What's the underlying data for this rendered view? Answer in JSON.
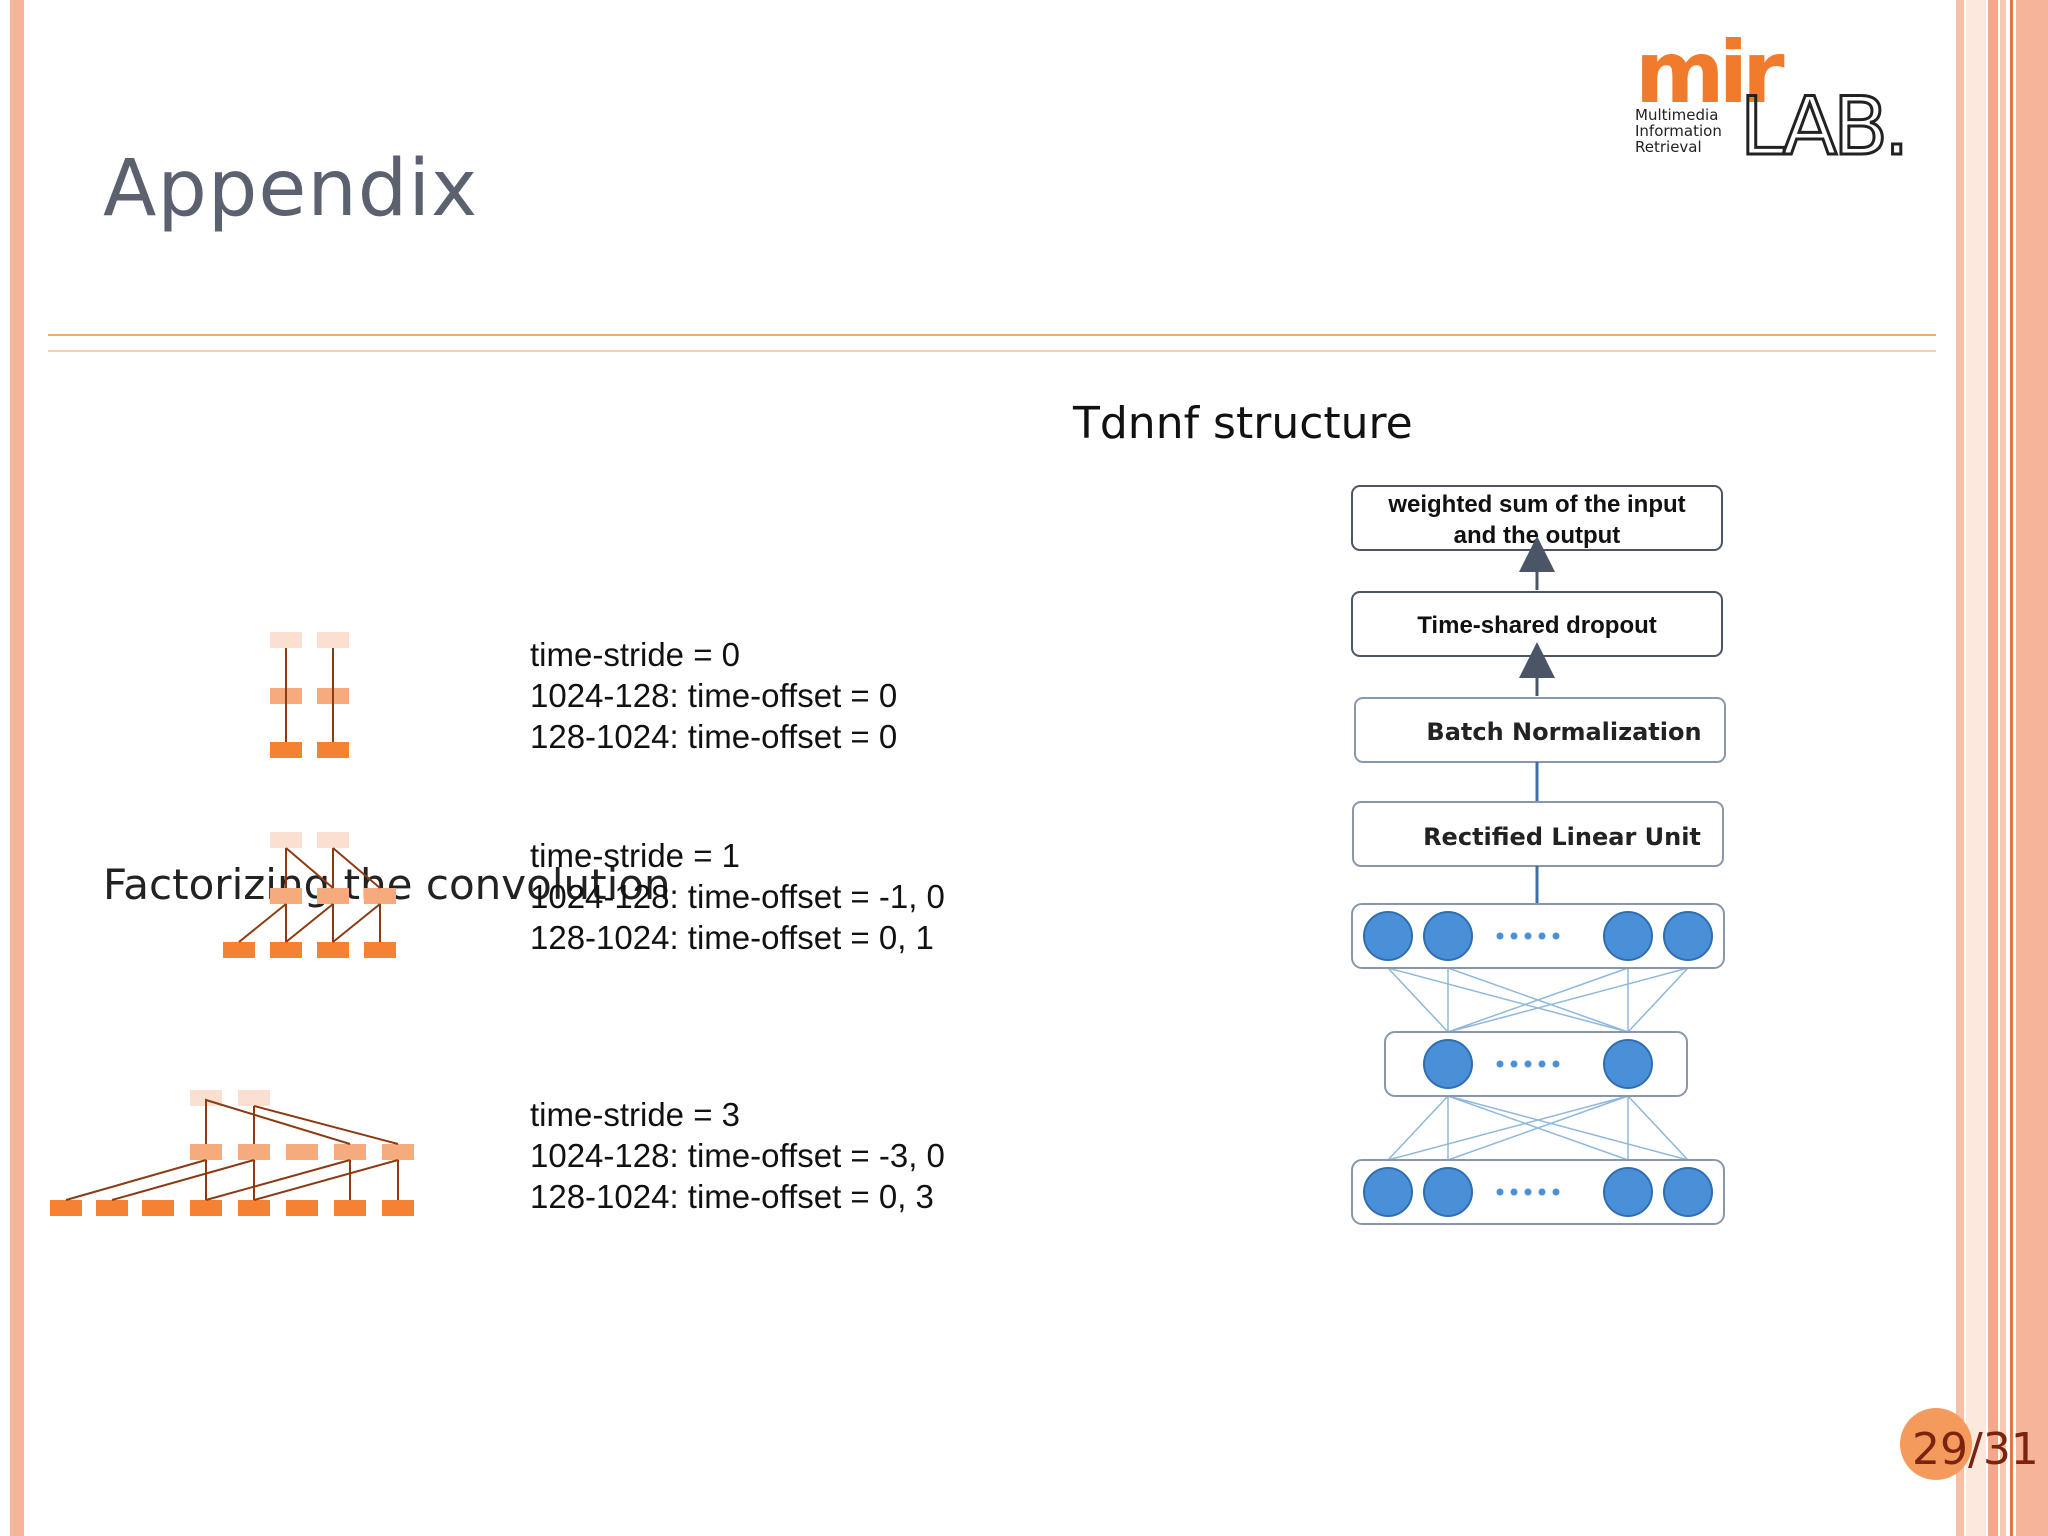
{
  "slide": {
    "title": "Appendix",
    "section_label": "Factorizing the convolution",
    "page_number": "29/31"
  },
  "logo": {
    "name": "mir-lab-logo",
    "mark_text": "mir",
    "lab_text": "LAB.",
    "line1": "Multimedia",
    "line2": "Information",
    "line3": "Retrieval"
  },
  "stride_blocks": [
    {
      "stride": "time-stride = 0",
      "a": "1024-128: time-offset = 0",
      "b": "128-1024: time-offset = 0"
    },
    {
      "stride": "time-stride = 1",
      "a": "1024-128: time-offset = -1, 0",
      "b": "128-1024: time-offset = 0, 1"
    },
    {
      "stride": "time-stride = 3",
      "a": "1024-128: time-offset = -3, 0",
      "b": "128-1024: time-offset = 0, 3"
    }
  ],
  "tdnnf": {
    "title": "Tdnnf structure",
    "box1": "weighted sum of the input",
    "box1b": "and the output",
    "box2": "Time-shared dropout",
    "box3": "Batch Normalization",
    "box4": "Rectified Linear Unit"
  },
  "colors": {
    "accent_orange": "#f58233",
    "mid_orange": "#f6ab7e",
    "light_orange": "#fbe0d2",
    "node_blue": "#4a90d9",
    "line_brown": "#8a3b12",
    "border_pink": "#f6b49a"
  }
}
